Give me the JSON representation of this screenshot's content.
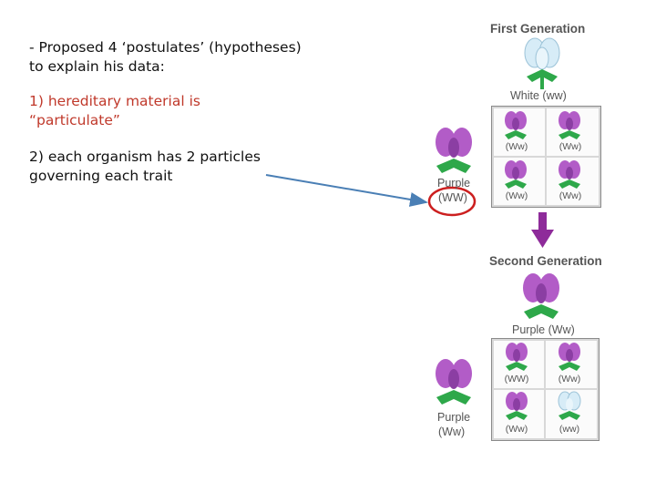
{
  "slide": {
    "intro": "- Proposed 4 ‘postulates’ (hypotheses) to explain his data:",
    "point1": "1) hereditary material is “particulate”",
    "point2": "2) each organism has 2 particles governing each trait"
  },
  "diagram": {
    "first_gen_title": "First Generation",
    "white_parent_label": "White (ww)",
    "purple_parent_label_1": "Purple",
    "purple_parent_label_2": "(WW)",
    "f1_cells": [
      "(Ww)",
      "(Ww)",
      "(Ww)",
      "(Ww)"
    ],
    "second_gen_title": "Second Generation",
    "f1_parent_label": "Purple (Ww)",
    "left_f1_label_1": "Purple",
    "left_f1_label_2": "(Ww)",
    "f2_cells": [
      "(WW)",
      "(Ww)",
      "(Ww)",
      "(ww)"
    ]
  },
  "colors": {
    "purple_petal": "#b25cc7",
    "white_petal": "#d7ecf7",
    "stem": "#2ea84a",
    "arrow": "#4a7fb5",
    "highlight_circle": "#cc1f1f",
    "down_arrow": "#8e2b9a"
  }
}
